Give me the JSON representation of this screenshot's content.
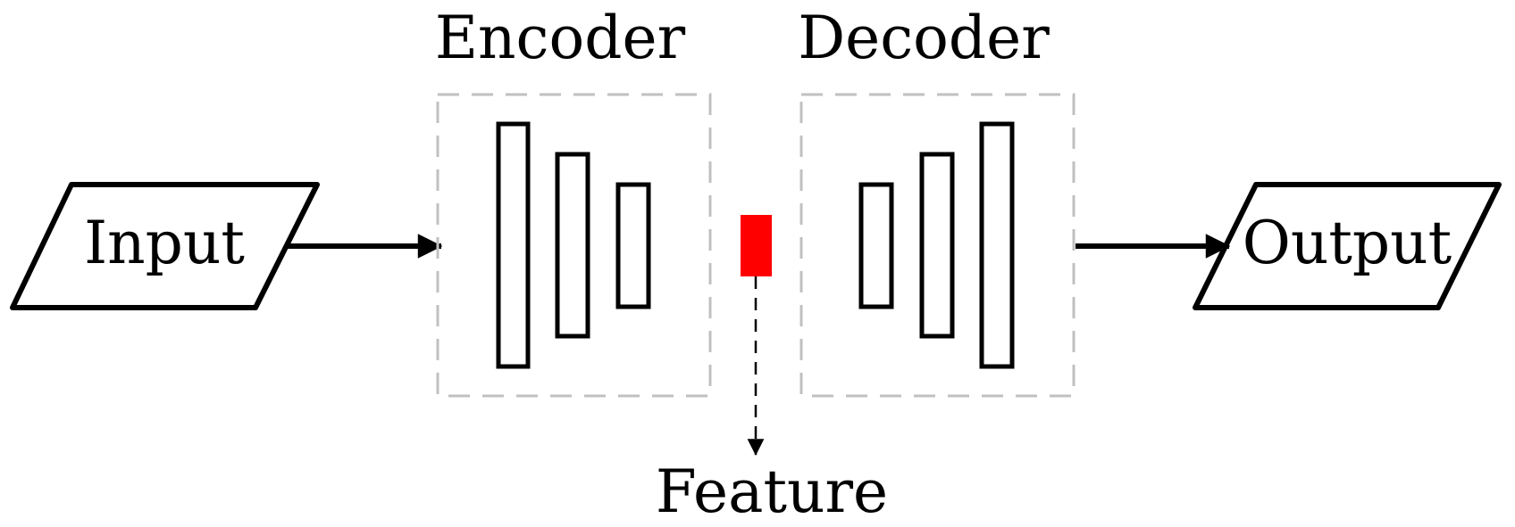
{
  "labels": {
    "input": "Input",
    "output": "Output",
    "encoder": "Encoder",
    "decoder": "Decoder",
    "feature": "Feature"
  },
  "colors": {
    "stroke": "#000000",
    "box_border": "#c0c0c0",
    "feature_fill": "#ff0000",
    "background": "#ffffff"
  },
  "encoder_layers": 3,
  "decoder_layers": 3
}
